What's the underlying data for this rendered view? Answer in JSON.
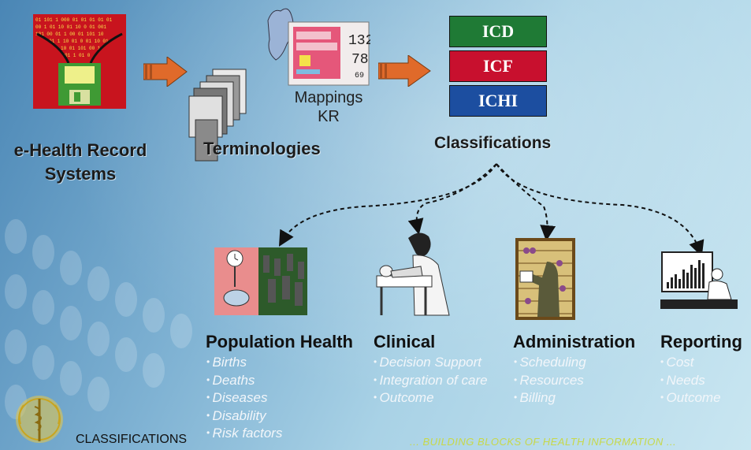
{
  "flow": {
    "ehealth_line1": "e-Health Record",
    "ehealth_line2": "Systems",
    "terminologies": "Terminologies",
    "mappings_line1": "Mappings",
    "mappings_line2": "KR",
    "classifications": "Classifications",
    "monitor_values": [
      "132",
      "78",
      "69"
    ]
  },
  "classification_boxes": [
    {
      "label": "ICD",
      "color": "#1f7a35"
    },
    {
      "label": "ICF",
      "color": "#c8102e"
    },
    {
      "label": "ICHI",
      "color": "#1c4ea0"
    }
  ],
  "categories": [
    {
      "title": "Population Health",
      "items": [
        "Births",
        "Deaths",
        "Diseases",
        "Disability",
        "Risk factors"
      ]
    },
    {
      "title": "Clinical",
      "items": [
        "Decision Support",
        "Integration of care",
        "Outcome"
      ]
    },
    {
      "title": "Administration",
      "items": [
        "Scheduling",
        "Resources",
        "Billing"
      ]
    },
    {
      "title": "Reporting",
      "items": [
        "Cost",
        "Needs",
        "Outcome"
      ]
    }
  ],
  "footer": {
    "left": "CLASSIFICATIONS",
    "right": "... BUILDING BLOCKS OF HEALTH INFORMATION ..."
  }
}
